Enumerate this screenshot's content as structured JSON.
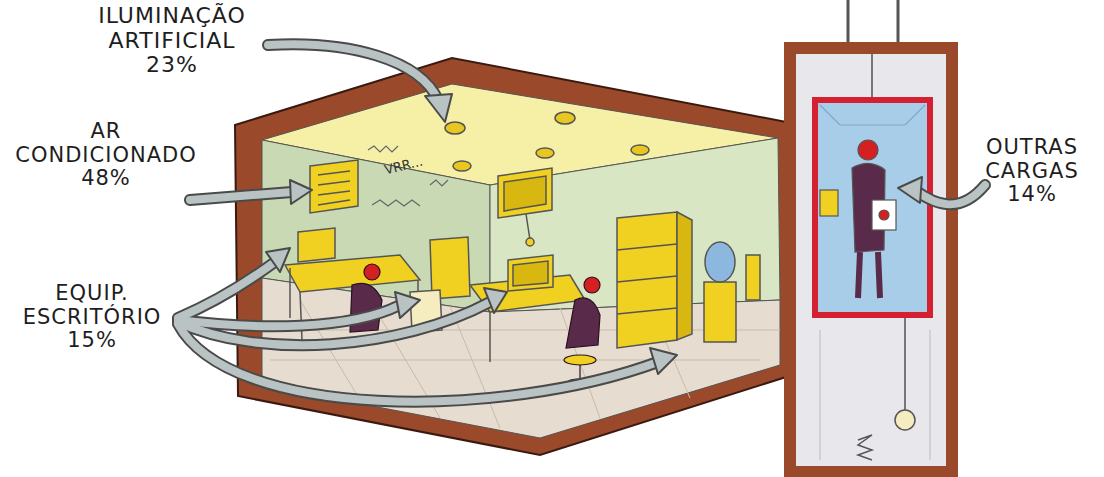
{
  "diagram": {
    "labels": [
      "ILUMINAÇÃO ARTIFICIAL 23%",
      "AR CONDICIONADO 48%",
      "EQUIP. ESCRITÓRIO 15%",
      "OUTRAS CARGAS 14%",
      "VRR..."
    ]
  }
}
